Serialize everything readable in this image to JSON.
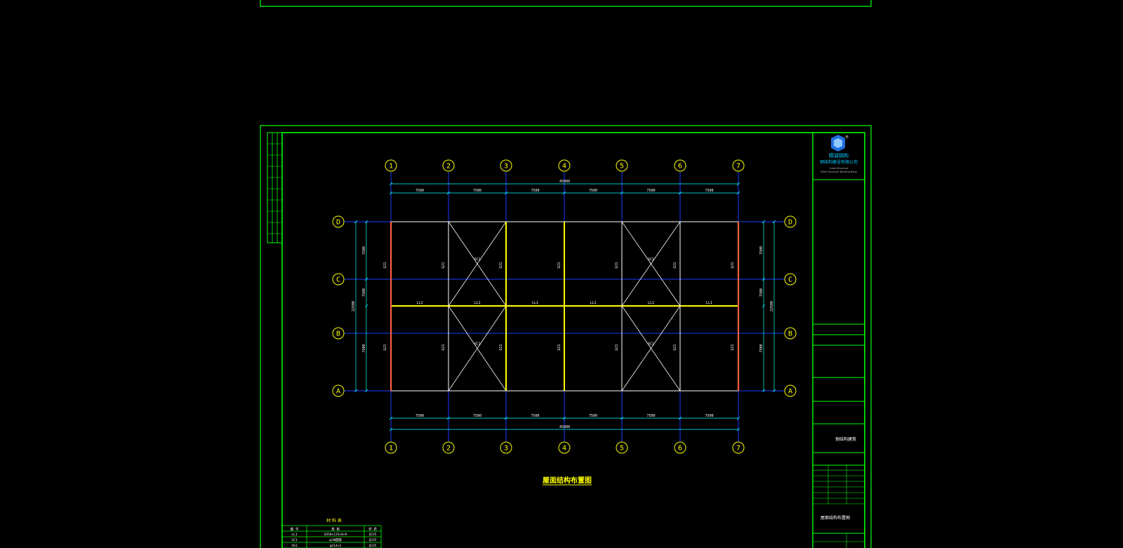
{
  "drawing": {
    "title": "屋面结构布置图",
    "grid_x_labels": [
      "1",
      "2",
      "3",
      "4",
      "5",
      "6",
      "7"
    ],
    "grid_y_labels": [
      "D",
      "C",
      "B",
      "A"
    ],
    "dims_top": [
      "7500",
      "7500",
      "7500",
      "7500",
      "7500",
      "7500"
    ],
    "dims_top_total": "45000",
    "dims_bottom": [
      "7500",
      "7500",
      "7500",
      "7500",
      "7500",
      "7500"
    ],
    "dims_bottom_total": "45000",
    "dims_side_segments": [
      "7500",
      "7500",
      "7500"
    ],
    "dims_side_total": "22500",
    "beam_label": "LL1",
    "bracing_label": "SC1",
    "column_label": "GJ1",
    "edge_label": "GJ1"
  },
  "title_block": {
    "company_cn": "精诚钢构",
    "company_full": "钢结构建设有限公司",
    "company_en_1": "Cube Structure",
    "company_en_2": "Steel Structure Building Build",
    "drawing_name": "屋面结构布置图",
    "project_field": "钢结构建筑"
  },
  "material_table": {
    "header": "材 料 表",
    "col_headers": [
      "编 号",
      "规 格",
      "材 质"
    ],
    "rows": [
      [
        "LL1",
        "H250×125×6×9",
        "Q235"
      ],
      [
        "SC1",
        "φ20圆钢",
        "Q235"
      ],
      [
        "XG1",
        "φ114×3",
        "Q235"
      ]
    ]
  }
}
